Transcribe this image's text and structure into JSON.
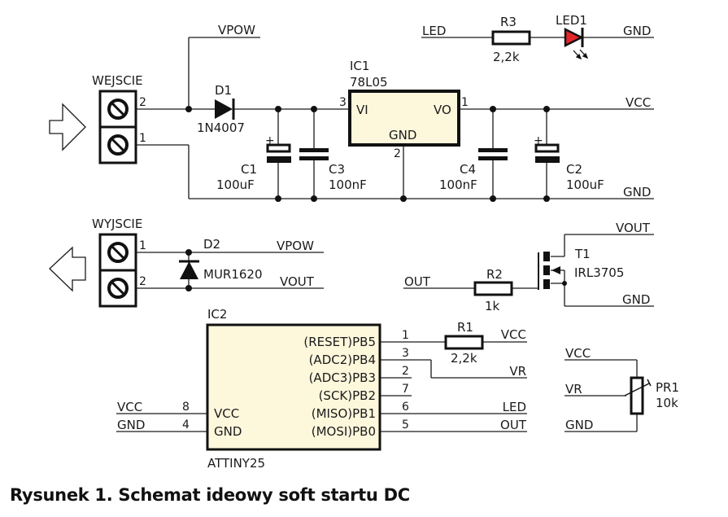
{
  "figure": {
    "caption": "Rysunek 1. Schemat ideowy soft startu DC",
    "led_color": "#e3262a",
    "ic_fill": "#fdf7dc"
  },
  "connectors": {
    "input": {
      "name": "WEJSCIE",
      "pin_top": "2",
      "pin_bottom": "1"
    },
    "output": {
      "name": "WYJSCIE",
      "pin_top": "1",
      "pin_bottom": "2"
    }
  },
  "nets": {
    "vpow": "VPOW",
    "vcc": "VCC",
    "gnd": "GND",
    "led": "LED",
    "vout": "VOUT",
    "out": "OUT",
    "vr": "VR"
  },
  "components": {
    "d1": {
      "ref": "D1",
      "value": "1N4007"
    },
    "d2": {
      "ref": "D2",
      "value": "MUR1620"
    },
    "c1": {
      "ref": "C1",
      "value": "100uF",
      "polarity": "+"
    },
    "c2": {
      "ref": "C2",
      "value": "100uF",
      "polarity": "+"
    },
    "c3": {
      "ref": "C3",
      "value": "100nF"
    },
    "c4": {
      "ref": "C4",
      "value": "100nF"
    },
    "r1": {
      "ref": "R1",
      "value": "2,2k"
    },
    "r2": {
      "ref": "R2",
      "value": "1k"
    },
    "r3": {
      "ref": "R3",
      "value": "2,2k"
    },
    "led1": {
      "ref": "LED1"
    },
    "t1": {
      "ref": "T1",
      "value": "IRL3705"
    },
    "pr1": {
      "ref": "PR1",
      "value": "10k"
    },
    "ic1": {
      "ref": "IC1",
      "value": "78L05",
      "pin_vi": "VI",
      "pin_vo": "VO",
      "pin_gnd": "GND",
      "num_vi": "3",
      "num_vo": "1",
      "num_gnd": "2"
    },
    "ic2": {
      "ref": "IC2",
      "value": "ATTINY25",
      "left_pins": [
        {
          "net": "VCC",
          "num": "8",
          "name": "VCC"
        },
        {
          "net": "GND",
          "num": "4",
          "name": "GND"
        }
      ],
      "right_pins": [
        {
          "name": "(RESET)PB5",
          "num": "1",
          "net": "VCC"
        },
        {
          "name": "(ADC2)PB4",
          "num": "3",
          "net": "VR"
        },
        {
          "name": "(ADC3)PB3",
          "num": "2",
          "net": ""
        },
        {
          "name": "(SCK)PB2",
          "num": "7",
          "net": ""
        },
        {
          "name": "(MISO)PB1",
          "num": "6",
          "net": "LED"
        },
        {
          "name": "(MOSI)PB0",
          "num": "5",
          "net": "OUT"
        }
      ]
    }
  }
}
